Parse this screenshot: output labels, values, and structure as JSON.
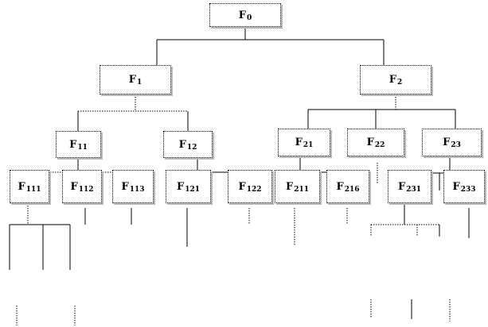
{
  "diagram": {
    "line_color": "#000000",
    "nodes": [
      {
        "id": "f0",
        "letter": "F",
        "index": "0"
      },
      {
        "id": "f1",
        "letter": "F",
        "index": "1"
      },
      {
        "id": "f2",
        "letter": "F",
        "index": "2"
      },
      {
        "id": "f11",
        "letter": "F",
        "index": "11"
      },
      {
        "id": "f12",
        "letter": "F",
        "index": "12"
      },
      {
        "id": "f21",
        "letter": "F",
        "index": "21"
      },
      {
        "id": "f22",
        "letter": "F",
        "index": "22"
      },
      {
        "id": "f23",
        "letter": "F",
        "index": "23"
      },
      {
        "id": "f111",
        "letter": "F",
        "index": "111"
      },
      {
        "id": "f112",
        "letter": "F",
        "index": "112"
      },
      {
        "id": "f113",
        "letter": "F",
        "index": "113"
      },
      {
        "id": "f121",
        "letter": "F",
        "index": "121"
      },
      {
        "id": "f122",
        "letter": "F",
        "index": "122"
      },
      {
        "id": "f211",
        "letter": "F",
        "index": "211"
      },
      {
        "id": "f216",
        "letter": "F",
        "index": "216"
      },
      {
        "id": "f231",
        "letter": "F",
        "index": "231"
      },
      {
        "id": "f233",
        "letter": "F",
        "index": "233"
      }
    ]
  }
}
